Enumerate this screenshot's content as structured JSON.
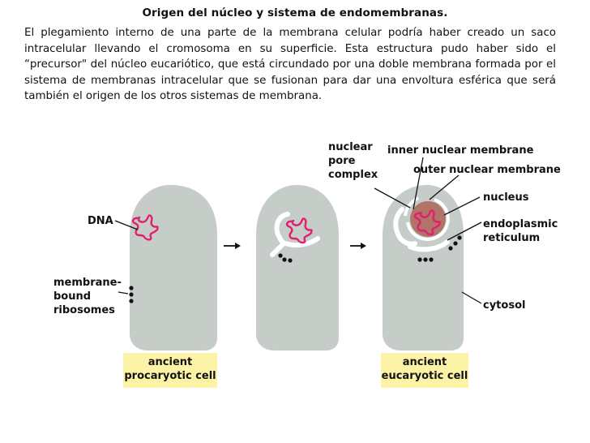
{
  "title": "Origen del núcleo y sistema de endomembranas.",
  "paragraph": "El plegamiento interno de una parte de la membrana celular podría haber creado un saco intracelular llevando el cromosoma en su superficie. Esta estructura pudo haber sido el “precursor\" del núcleo eucariótico, que está circundado por una doble membrana formada por el sistema de membranas intracelular que se fusionan para dar una envoltura esférica que será también el origen de los otros sistemas de membrana.",
  "labels": {
    "dna": "DNA",
    "membrane_bound_1": "membrane-",
    "membrane_bound_2": "bound",
    "membrane_bound_3": "ribosomes",
    "nuclear_pore_1": "nuclear",
    "nuclear_pore_2": "pore",
    "nuclear_pore_3": "complex",
    "inner_nuclear_membrane": "inner nuclear membrane",
    "outer_nuclear_membrane": "outer nuclear membrane",
    "nucleus": "nucleus",
    "er_1": "endoplasmic",
    "er_2": "reticulum",
    "cytosol": "cytosol"
  },
  "captions": {
    "prokaryote_1": "ancient",
    "prokaryote_2": "procaryotic cell",
    "eukaryote_1": "ancient",
    "eukaryote_2": "eucaryotic cell"
  },
  "colors": {
    "cell_fill": "#c6ccc8",
    "dna": "#e0206f",
    "nucleus_fill": "#b27368",
    "caption_bg": "#fdf3a6"
  }
}
